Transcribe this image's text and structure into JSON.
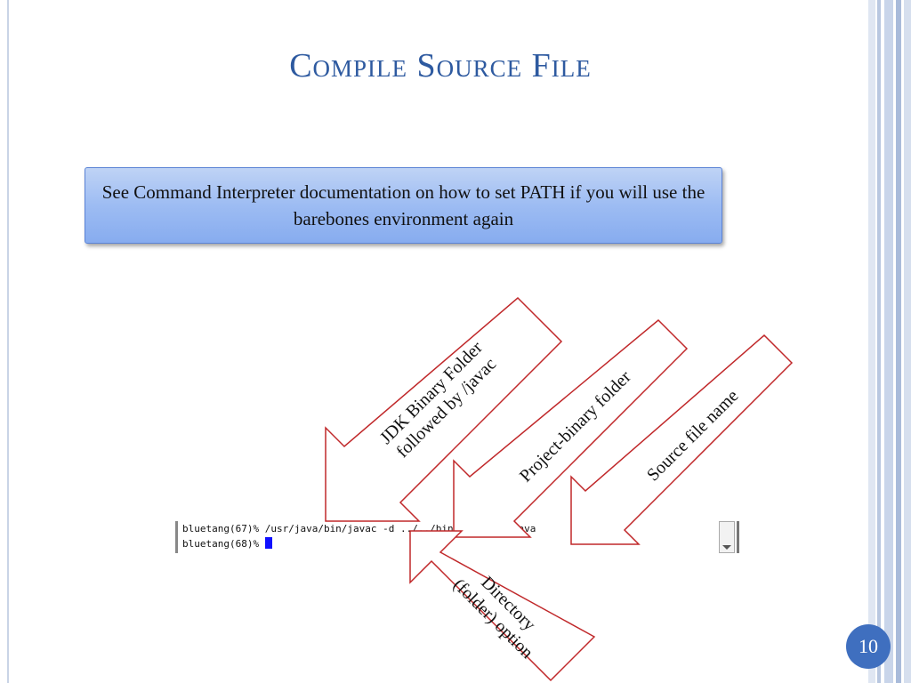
{
  "slide": {
    "title": "Compile Source File",
    "callout": "See Command Interpreter documentation on how to set PATH if you will use the barebones environment again",
    "page_number": "10"
  },
  "terminal": {
    "line1": "bluetang(67)% /usr/java/bin/javac -d ../../bin AGreeter.java",
    "line2_prompt": "bluetang(68)% "
  },
  "annotations": {
    "jdk_line1": "JDK Binary Folder",
    "jdk_line2": "followed by /javac",
    "project_binary": "Project-binary folder",
    "source_file": "Source file name",
    "directory_line1": "Directory",
    "directory_line2": "(folder) option"
  },
  "colors": {
    "title": "#2e5aa0",
    "arrow_outline": "#c0282a",
    "page_badge": "#3f6fbf"
  }
}
